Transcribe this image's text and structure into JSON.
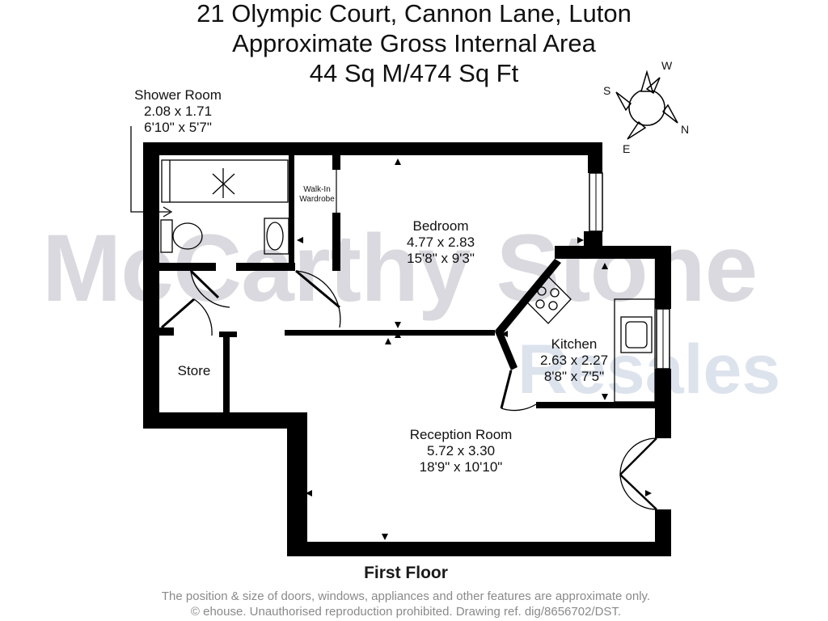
{
  "header": {
    "address": "21 Olympic Court, Cannon Lane, Luton",
    "area_title": "Approximate Gross Internal Area",
    "area_value": "44 Sq M/474 Sq Ft"
  },
  "watermark": {
    "line1": "McCarthy Stone",
    "line2": "Resales"
  },
  "compass": {
    "w": "W",
    "s": "S",
    "n": "N",
    "e": "E"
  },
  "rooms": {
    "shower": {
      "name": "Shower Room",
      "metric": "2.08 x 1.71",
      "imperial": "6'10\" x 5'7\""
    },
    "wardrobe": {
      "line1": "Walk-In",
      "line2": "Wardrobe"
    },
    "bedroom": {
      "name": "Bedroom",
      "metric": "4.77 x 2.83",
      "imperial": "15'8\" x 9'3\""
    },
    "kitchen": {
      "name": "Kitchen",
      "metric": "2.63 x 2.27",
      "imperial": "8'8\" x 7'5\""
    },
    "store": {
      "name": "Store"
    },
    "reception": {
      "name": "Reception Room",
      "metric": "5.72 x 3.30",
      "imperial": "18'9\" x 10'10\""
    }
  },
  "floor_label": "First Floor",
  "footer": {
    "line1": "The position & size of doors, windows, appliances and other features are approximate only.",
    "line2": "© ehouse. Unauthorised reproduction prohibited. Drawing ref. dig/8656702/DST."
  },
  "colors": {
    "wall": "#000000",
    "watermark": "#d9d9df",
    "watermark_accent": "#dde3ec",
    "footer_text": "#8a8a8a"
  }
}
